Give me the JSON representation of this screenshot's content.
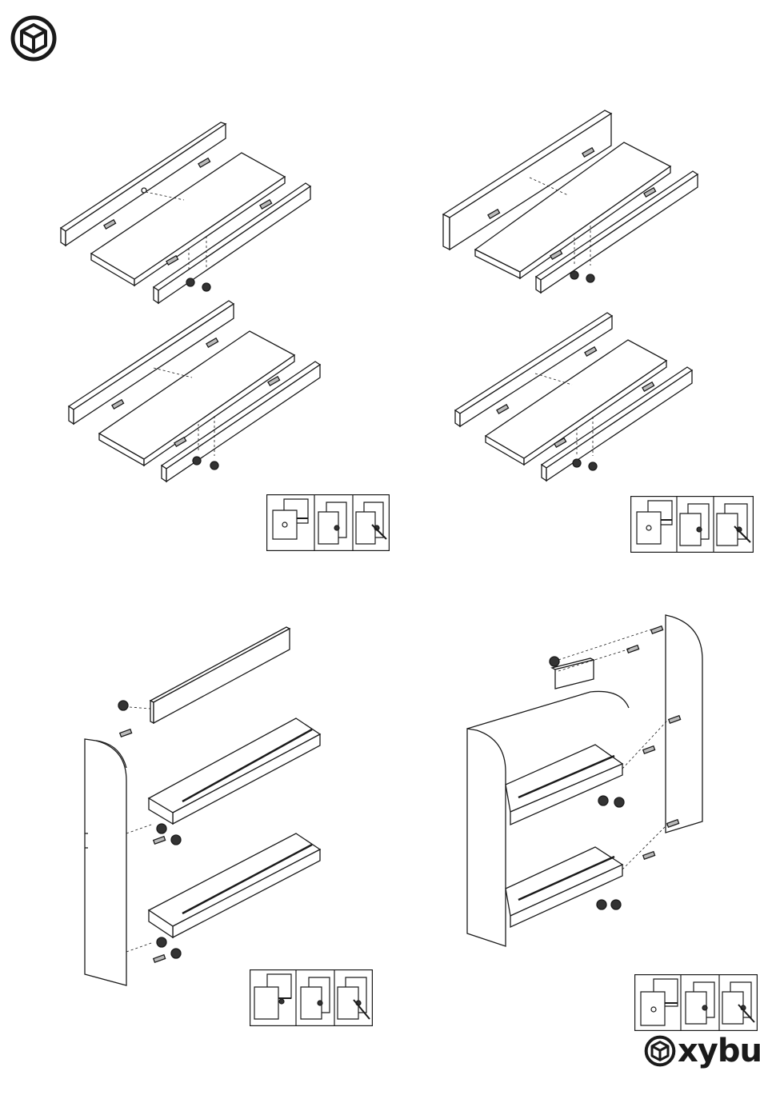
{
  "document": {
    "header_icon": "assembly-cube-icon",
    "footer_logo": {
      "icon": "cube-logo-icon",
      "text": "xybul"
    },
    "panels": [
      {
        "id": "step-a",
        "content": "exploded-rail-assembly"
      },
      {
        "id": "step-b",
        "content": "exploded-rail-assembly"
      },
      {
        "id": "step-c",
        "content": "exploded-rail-assembly"
      },
      {
        "id": "step-d",
        "content": "exploded-rail-assembly"
      },
      {
        "id": "step-e",
        "content": "shelf-frame-left-side"
      },
      {
        "id": "step-f",
        "content": "shelf-frame-right-side"
      }
    ],
    "detail_strips": [
      {
        "id": "cam-lock-detail-1",
        "frames": 3
      },
      {
        "id": "cam-lock-detail-2",
        "frames": 3
      },
      {
        "id": "cam-lock-detail-3",
        "frames": 3
      },
      {
        "id": "cam-lock-detail-4",
        "frames": 3
      }
    ]
  }
}
